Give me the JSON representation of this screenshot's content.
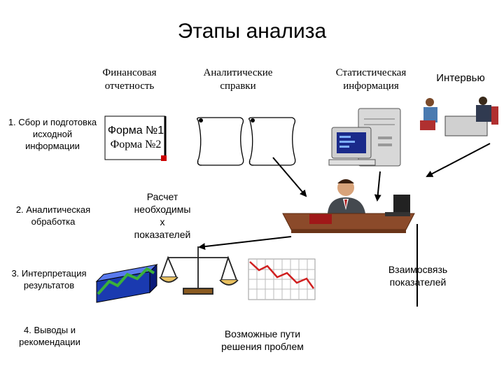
{
  "title": "Этапы анализа",
  "sources": {
    "financial": [
      "Финансовая",
      "отчетность"
    ],
    "analytic": [
      "Аналитические",
      "справки"
    ],
    "statistic": [
      "Статистическая",
      "информация"
    ],
    "interview": "Интервью"
  },
  "forms": [
    "Форма №1",
    "Форма №2"
  ],
  "stages": [
    [
      "1. Сбор и подготовка",
      "исходной",
      "информации"
    ],
    [
      "2. Аналитическая",
      "обработка"
    ],
    [
      "3. Интерпретация",
      "результатов"
    ],
    [
      "4. Выводы и",
      "рекомендации"
    ]
  ],
  "calc": [
    "Расчет",
    "необходимы",
    "х",
    "показателей"
  ],
  "relation": [
    "Взаимосвязь",
    "показателей"
  ],
  "solutions": [
    "Возможные пути",
    "решения проблем"
  ]
}
